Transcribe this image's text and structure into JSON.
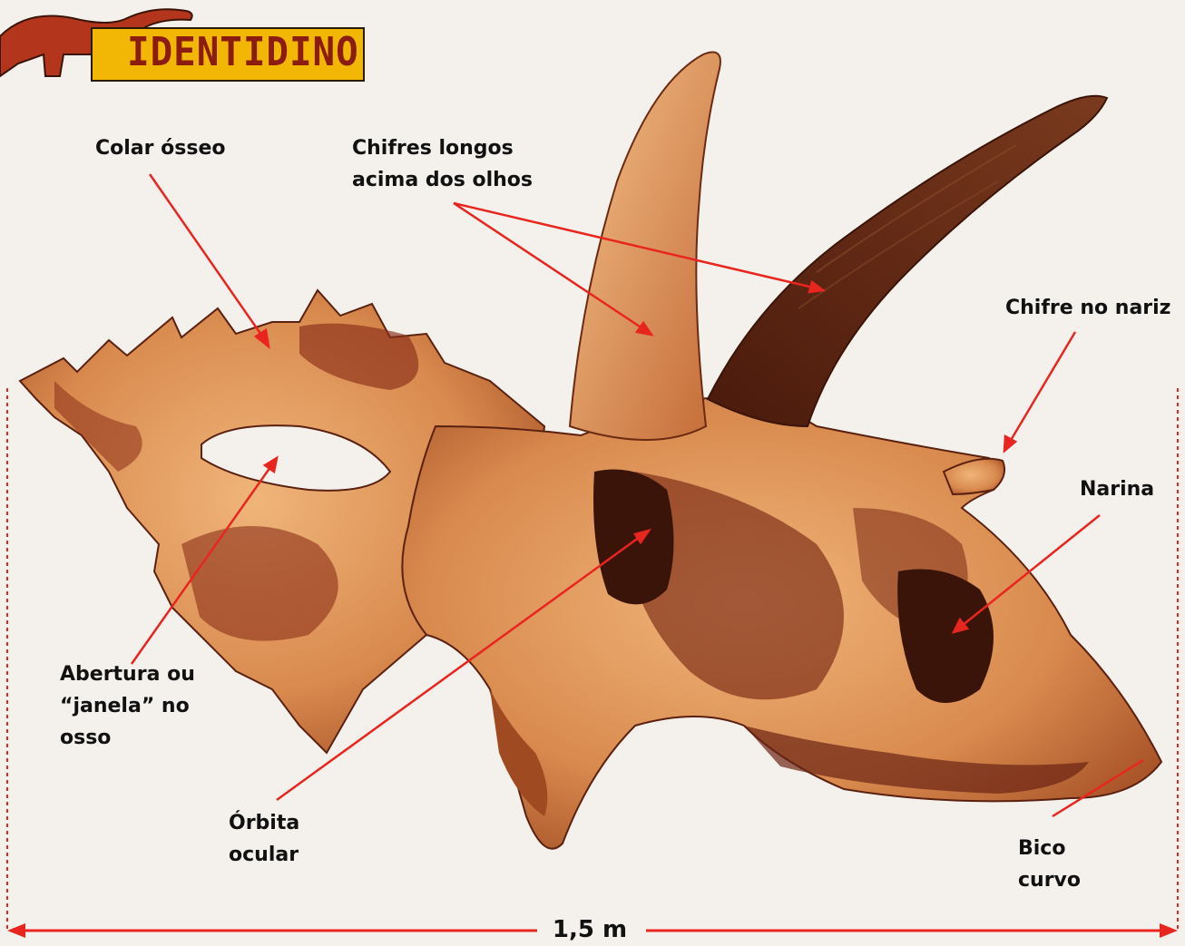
{
  "header": {
    "badge_text": "IDENTIDINO"
  },
  "labels": {
    "collar": "Colar ósseo",
    "brow_horns": "Chifres longos\nacima dos olhos",
    "nose_horn": "Chifre no nariz",
    "nostril": "Narina",
    "opening": "Abertura ou\n“janela” no\nosso",
    "orbit": "Órbita\nocular",
    "beak": "Bico\ncurvo"
  },
  "scale": {
    "text": "1,5 m"
  },
  "colors": {
    "accent": "#e8251f",
    "badge": "#f2b705",
    "badge_text": "#8b1c10",
    "dino": "#b3361c",
    "bone_light": "#e7a267",
    "bone_dark": "#6b2414"
  }
}
